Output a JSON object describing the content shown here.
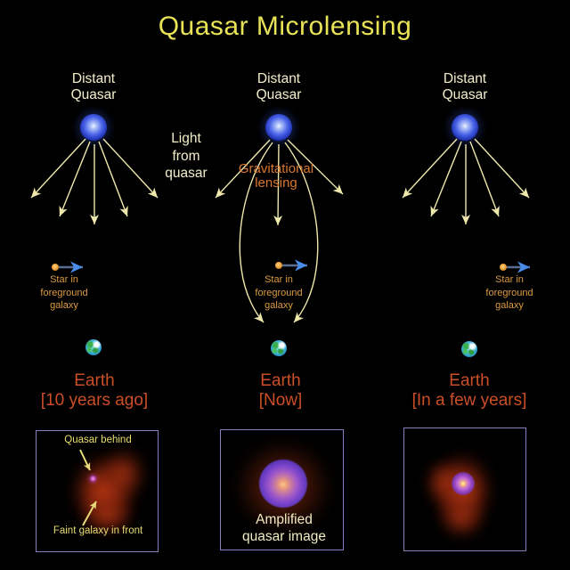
{
  "title": "Quasar Microlensing",
  "labels": {
    "light": [
      "Light",
      "from",
      "quasar"
    ],
    "lensing": [
      "Gravitational",
      "lensing"
    ]
  },
  "columns": [
    {
      "id": "past",
      "quasar": [
        "Distant",
        "Quasar"
      ],
      "star": [
        "Star in",
        "foreground",
        "galaxy"
      ],
      "earth": "Earth",
      "time": "[10 years ago]"
    },
    {
      "id": "now",
      "quasar": [
        "Distant",
        "Quasar"
      ],
      "star": [
        "Star in",
        "foreground",
        "galaxy"
      ],
      "earth": "Earth",
      "time": "[Now]"
    },
    {
      "id": "future",
      "quasar": [
        "Distant",
        "Quasar"
      ],
      "star": [
        "Star in",
        "foreground",
        "galaxy"
      ],
      "earth": "Earth",
      "time": "[In a few years]"
    }
  ],
  "panels": {
    "past": {
      "annotations": [
        "Quasar behind",
        "Faint galaxy in front"
      ]
    },
    "now": {
      "caption": [
        "Amplified",
        "quasar image"
      ]
    },
    "future": {}
  },
  "icons": {
    "quasar": "blue-glowing-sphere-icon",
    "earth": "earth-globe-icon",
    "star": "orange-star-dot-icon",
    "light_ray": "yellow-arrow-icon",
    "star_motion": "blue-arrow-icon"
  },
  "colors": {
    "background": "#000000",
    "title": "#e8e356",
    "cream_label": "#f3efcb",
    "lensing_orange": "#d9772e",
    "star_orange": "#dd9b40",
    "earth_red": "#cb4e27",
    "ray_yellow": "#efe8ac",
    "motion_blue": "#4a8ce8",
    "panel_border": "#8d7cc0",
    "annotation_yellow": "#e9dd6e"
  }
}
